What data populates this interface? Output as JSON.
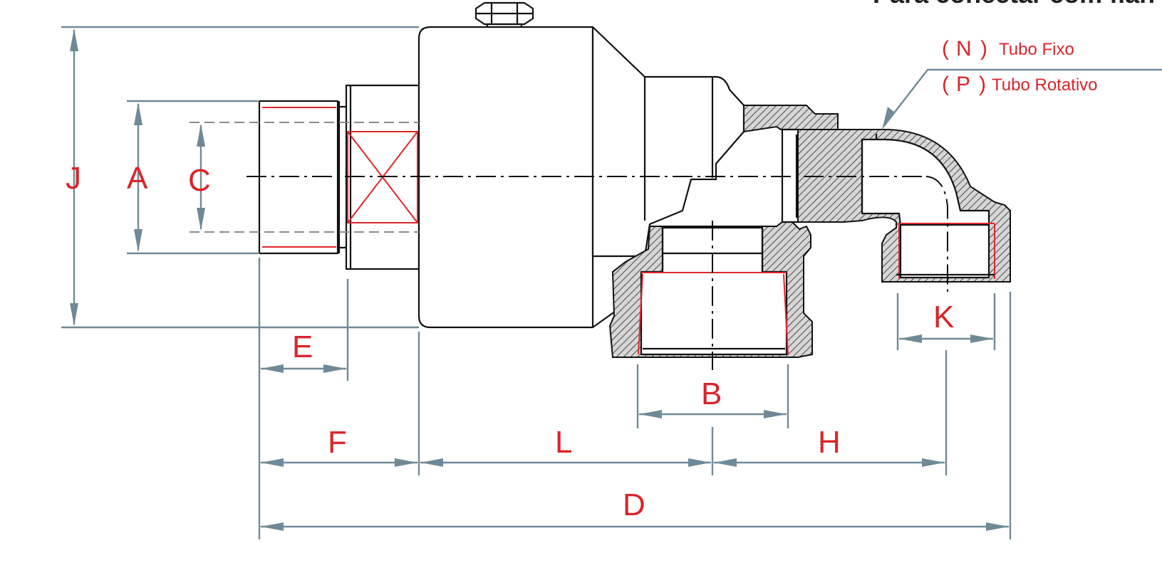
{
  "header": {
    "partial_text": "Para conectar com flan"
  },
  "legend": {
    "n_code": "N",
    "n_text": "Tubo Fixo",
    "p_code": "P",
    "p_text": "Tubo Rotativo",
    "open_paren": "(",
    "close_paren": ")"
  },
  "dimensions": {
    "J": "J",
    "A": "A",
    "C": "C",
    "E": "E",
    "F": "F",
    "L": "L",
    "B": "B",
    "H": "H",
    "K": "K",
    "D": "D"
  },
  "colors": {
    "label": "#d9252a",
    "dimension_line": "#6f8a96",
    "outline": "#111111",
    "thread": "#e0262b"
  }
}
